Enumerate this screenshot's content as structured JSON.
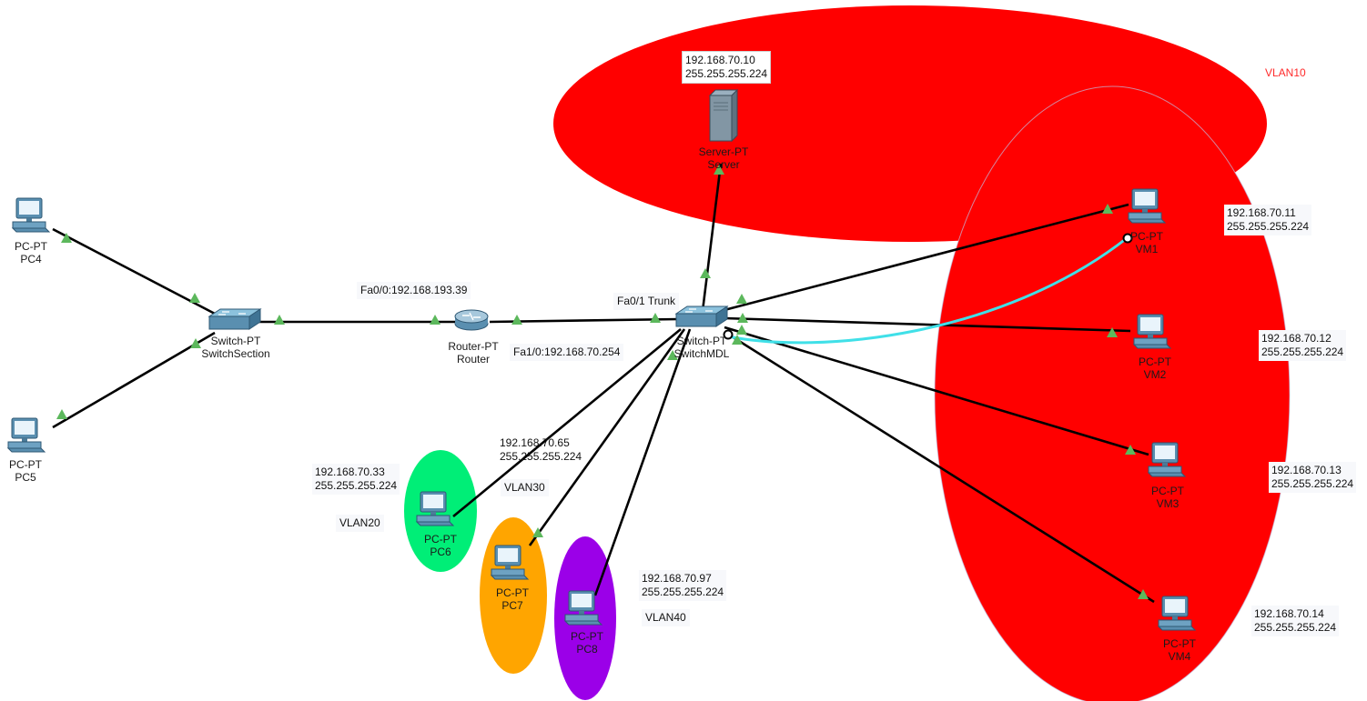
{
  "vlans": {
    "vlan10": {
      "label": "VLAN10",
      "color": "#ff0000"
    },
    "vlan20": {
      "label": "VLAN20",
      "color": "#00ee77"
    },
    "vlan30": {
      "label": "VLAN30",
      "color": "#ffa500"
    },
    "vlan40": {
      "label": "VLAN40",
      "color": "#9b00e8"
    }
  },
  "devices": {
    "pc4": {
      "type": "PC-PT",
      "name": "PC4"
    },
    "pc5": {
      "type": "PC-PT",
      "name": "PC5"
    },
    "switch_section": {
      "type": "Switch-PT",
      "name": "SwitchSection"
    },
    "router": {
      "type": "Router-PT",
      "name": "Router"
    },
    "switch_mdl": {
      "type": "Switch-PT",
      "name": "SwitchMDL"
    },
    "server": {
      "type": "Server-PT",
      "name": "Server"
    },
    "vm1": {
      "type": "PC-PT",
      "name": "VM1"
    },
    "vm2": {
      "type": "PC-PT",
      "name": "VM2"
    },
    "vm3": {
      "type": "PC-PT",
      "name": "VM3"
    },
    "vm4": {
      "type": "PC-PT",
      "name": "VM4"
    },
    "pc6": {
      "type": "PC-PT",
      "name": "PC6"
    },
    "pc7": {
      "type": "PC-PT",
      "name": "PC7"
    },
    "pc8": {
      "type": "PC-PT",
      "name": "PC8"
    }
  },
  "interfaces": {
    "router_fa00": "Fa0/0:192.168.193.39",
    "router_fa10": "Fa1/0:192.168.70.254",
    "switch_fa01": "Fa0/1 Trunk"
  },
  "addresses": {
    "server": {
      "ip": "192.168.70.10",
      "mask": "255.255.255.224"
    },
    "vm1": {
      "ip": "192.168.70.11",
      "mask": "255.255.255.224"
    },
    "vm2": {
      "ip": "192.168.70.12",
      "mask": "255.255.255.224"
    },
    "vm3": {
      "ip": "192.168.70.13",
      "mask": "255.255.255.224"
    },
    "vm4": {
      "ip": "192.168.70.14",
      "mask": "255.255.255.224"
    },
    "pc6": {
      "ip": "192.168.70.33",
      "mask": "255.255.255.224"
    },
    "pc7": {
      "ip": "192.168.70.65",
      "mask": "255.255.255.224"
    },
    "pc8": {
      "ip": "192.168.70.97",
      "mask": "255.255.255.224"
    }
  },
  "colors": {
    "link": "#000000",
    "link_status_up": "#5cb85c",
    "console_cable": "#40e0e8",
    "device_blue": "#5a8fb0"
  }
}
